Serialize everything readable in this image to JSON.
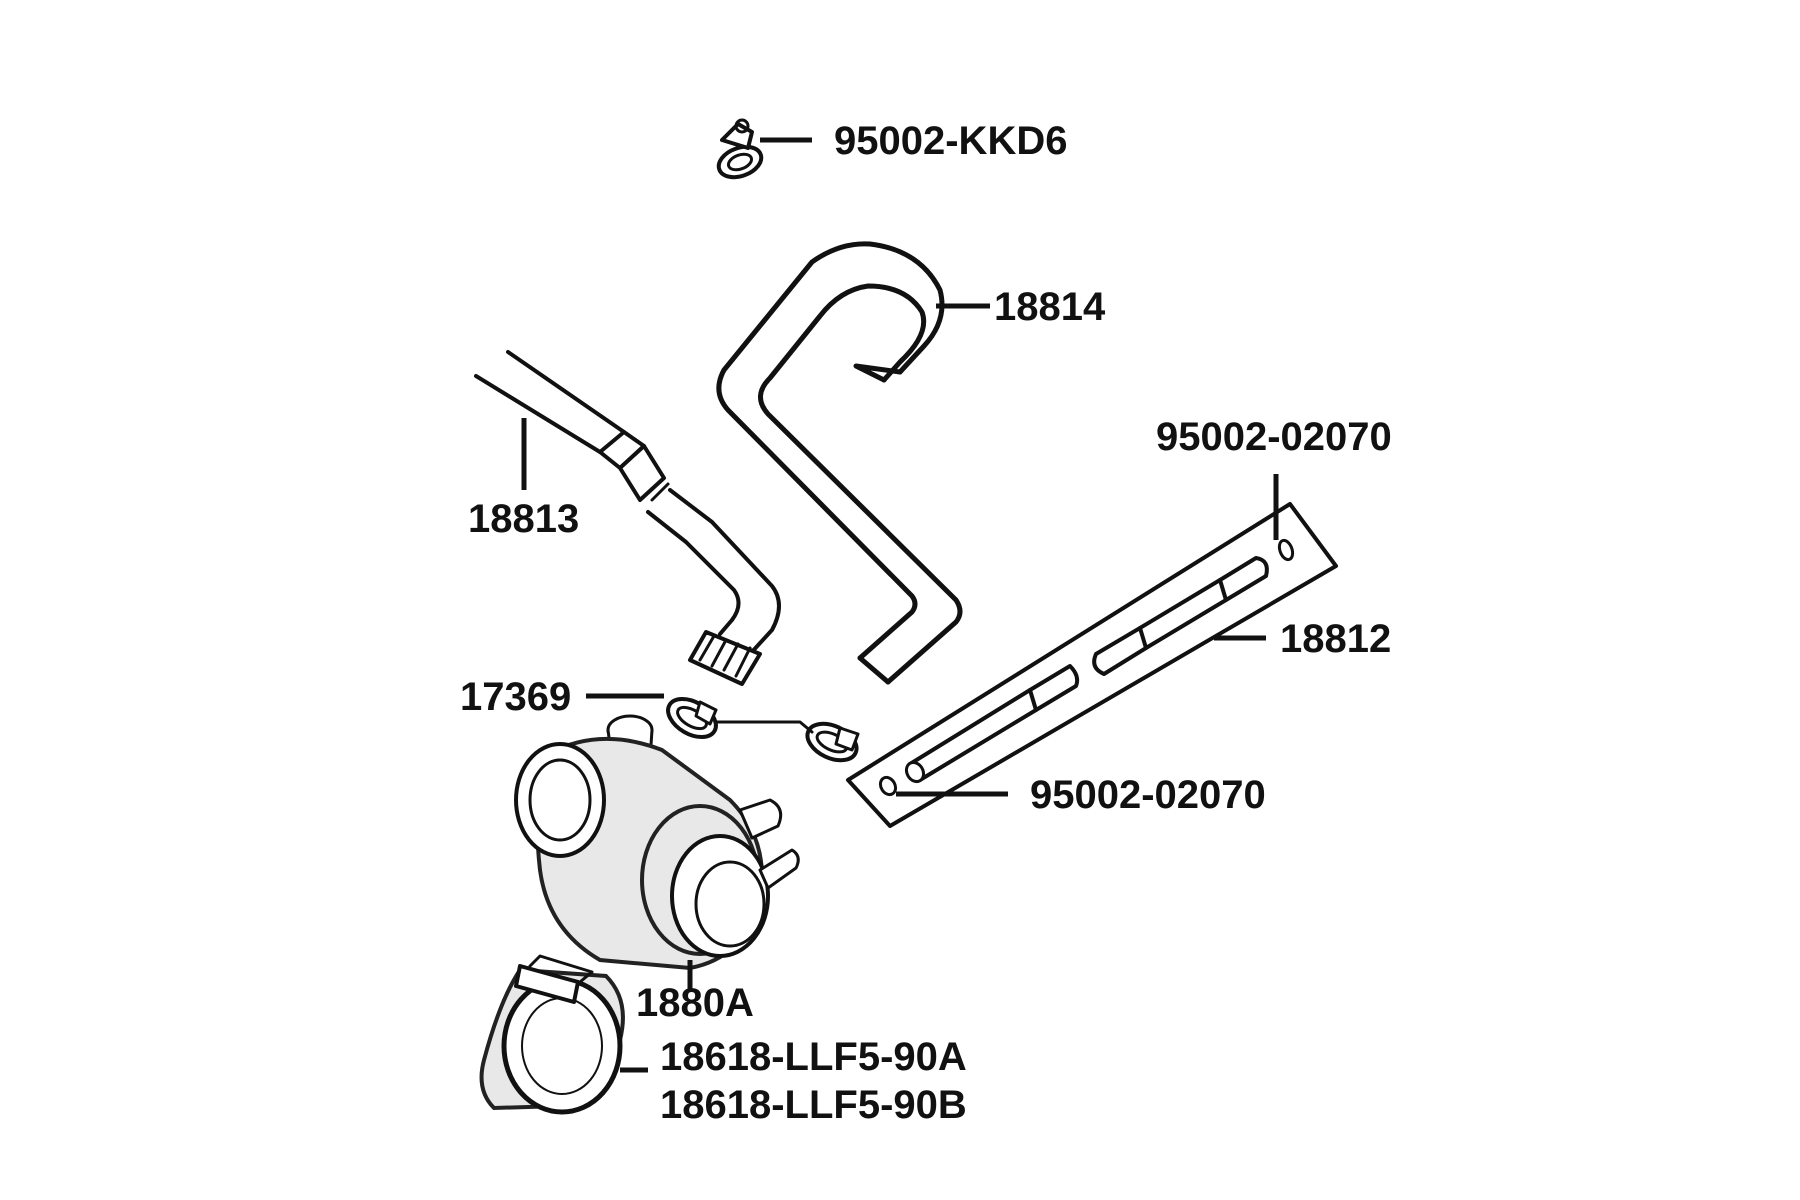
{
  "diagram": {
    "labels": {
      "clip_top": "95002-KKD6",
      "hose_18814": "18814",
      "hose_18813": "18813",
      "clip_right_top": "95002-02070",
      "tube_18812": "18812",
      "clamp_17369": "17369",
      "clip_right_bottom": "95002-02070",
      "valve_1880a": "1880A",
      "filter_a": "18618-LLF5-90A",
      "filter_b": "18618-LLF5-90B"
    },
    "colors": {
      "ink": "#111111",
      "background": "#ffffff"
    }
  }
}
